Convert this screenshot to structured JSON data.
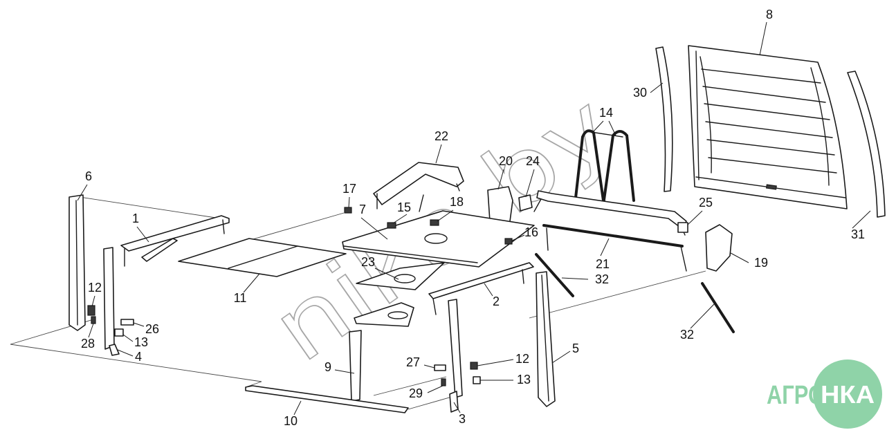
{
  "diagram": {
    "callouts": [
      {
        "label": "8"
      },
      {
        "label": "30"
      },
      {
        "label": "31"
      },
      {
        "label": "14"
      },
      {
        "label": "22"
      },
      {
        "label": "20"
      },
      {
        "label": "24"
      },
      {
        "label": "6"
      },
      {
        "label": "17"
      },
      {
        "label": "15"
      },
      {
        "label": "18"
      },
      {
        "label": "7"
      },
      {
        "label": "1"
      },
      {
        "label": "25"
      },
      {
        "label": "16"
      },
      {
        "label": "21"
      },
      {
        "label": "19"
      },
      {
        "label": "23"
      },
      {
        "label": "32"
      },
      {
        "label": "2"
      },
      {
        "label": "12"
      },
      {
        "label": "11"
      },
      {
        "label": "26"
      },
      {
        "label": "28"
      },
      {
        "label": "13"
      },
      {
        "label": "4"
      },
      {
        "label": "5"
      },
      {
        "label": "9"
      },
      {
        "label": "27"
      },
      {
        "label": "12"
      },
      {
        "label": "13"
      },
      {
        "label": "29"
      },
      {
        "label": "3"
      },
      {
        "label": "10"
      },
      {
        "label": "32"
      }
    ],
    "watermark": "nika.by",
    "logo": {
      "left_text": "АГРО",
      "circle_text": "НКА",
      "color": "#8fd3a8"
    }
  }
}
